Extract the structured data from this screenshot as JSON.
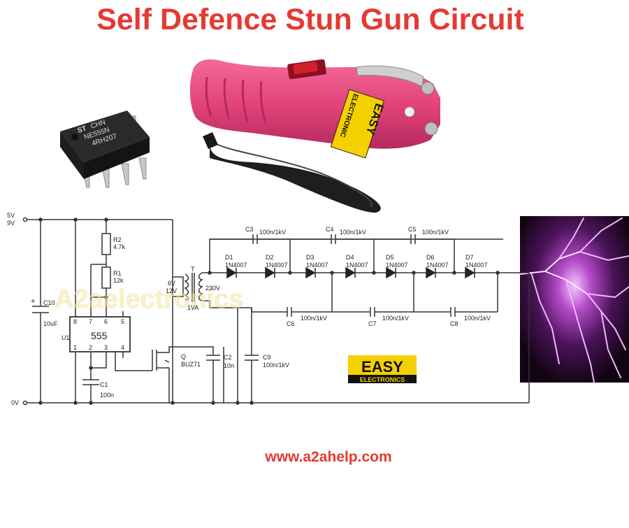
{
  "title": "Self Defence Stun Gun Circuit",
  "website": "www.a2ahelp.com",
  "watermark": "A2aelectronics",
  "colors": {
    "title_red": "#e53a33",
    "stun_pink": "#e3437b",
    "logo_yellow": "#f5d000",
    "spark_purple": "#c05ad0"
  },
  "ic_marking": {
    "logo": "ST",
    "line1": "CHN",
    "line2": "NE555N",
    "line3": "4RH207"
  },
  "stun_gun_logo": {
    "word1": "EASY",
    "word2": "ELECTRONIC"
  },
  "circuit": {
    "supply_top": {
      "line1": "5V",
      "line2": "9V"
    },
    "supply_bottom": "0V",
    "c10": {
      "ref": "C10",
      "value": "10uF"
    },
    "r2": {
      "ref": "R2",
      "value": "4.7k"
    },
    "r1": {
      "ref": "R1",
      "value": "12k"
    },
    "ic": {
      "ref": "U1",
      "name": "555",
      "pins_top": [
        "8",
        "7",
        "6",
        "5"
      ],
      "pins_bottom": [
        "1",
        "2",
        "3",
        "4"
      ]
    },
    "c1": {
      "ref": "C1",
      "value": "100n"
    },
    "q": {
      "ref": "Q",
      "value": "BUZ71"
    },
    "c2": {
      "ref": "C2",
      "value": "10n"
    },
    "transformer": {
      "ref": "T",
      "primary_line1": "6V",
      "primary_line2": "12V",
      "secondary": "230V",
      "rating": "1VA"
    },
    "c9": {
      "ref": "C9",
      "value": "100n/1kV"
    },
    "top_caps": [
      {
        "ref": "C3",
        "value": "100n/1kV"
      },
      {
        "ref": "C4",
        "value": "100n/1kV"
      },
      {
        "ref": "C5",
        "value": "100n/1kV"
      }
    ],
    "bottom_caps": [
      {
        "ref": "C6",
        "value": "100n/1kV"
      },
      {
        "ref": "C7",
        "value": "100n/1kV"
      },
      {
        "ref": "C8",
        "value": "100n/1kV"
      }
    ],
    "diodes": [
      {
        "ref": "D1",
        "value": "1N4007"
      },
      {
        "ref": "D2",
        "value": "1N4007"
      },
      {
        "ref": "D3",
        "value": "1N4007"
      },
      {
        "ref": "D4",
        "value": "1N4007"
      },
      {
        "ref": "D5",
        "value": "1N4007"
      },
      {
        "ref": "D6",
        "value": "1N4007"
      },
      {
        "ref": "D7",
        "value": "1N4007"
      }
    ]
  },
  "easy_logo": {
    "word1": "EASY",
    "word2": "ELECTRONICS"
  }
}
